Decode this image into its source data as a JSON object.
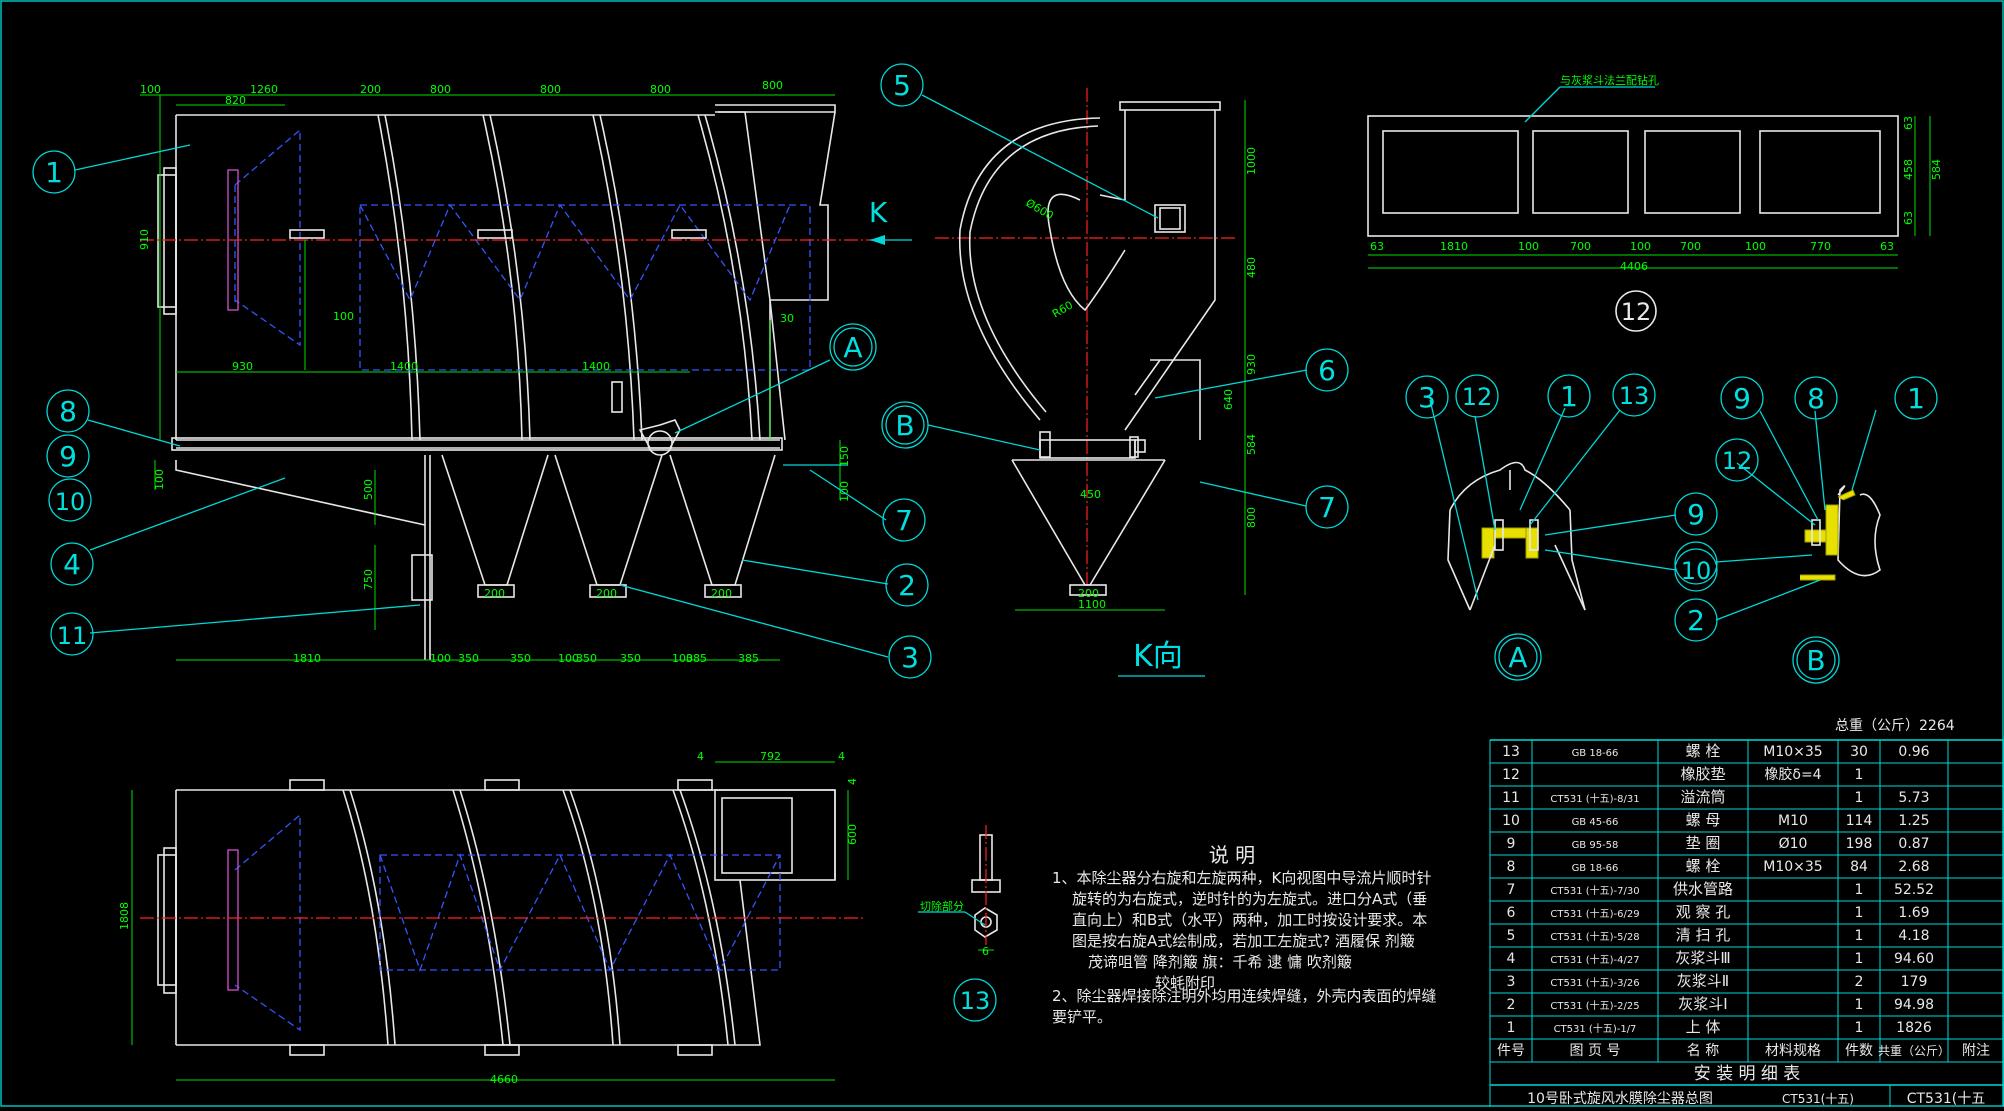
{
  "front_view": {
    "top_dims": [
      "100",
      "1260",
      "820",
      "200",
      "800",
      "800",
      "800",
      "800"
    ],
    "mid_dims": [
      "930",
      "1400",
      "1400",
      "100",
      "30"
    ],
    "bottom_dims": [
      "1810",
      "100",
      "350",
      "350",
      "100",
      "350",
      "350",
      "100",
      "385",
      "385"
    ],
    "vertical_dims": [
      "910",
      "100",
      "500",
      "750",
      "150",
      "100"
    ],
    "hopper_dims": [
      "200",
      "200",
      "200"
    ],
    "balloons": [
      "1",
      "8",
      "9",
      "10",
      "4",
      "11",
      "2",
      "3",
      "7",
      "A"
    ]
  },
  "k_view": {
    "balloons": [
      "5",
      "6",
      "7",
      "B"
    ],
    "dims": [
      "1000",
      "480",
      "930",
      "640",
      "584",
      "800",
      "450",
      "200",
      "1100",
      "Ø600",
      "R60"
    ],
    "direction_label": "K",
    "view_title": "K向"
  },
  "flange_view": {
    "note": "与灰浆斗法兰配钻孔",
    "dims": [
      "63",
      "1810",
      "100",
      "700",
      "100",
      "700",
      "100",
      "770",
      "63",
      "4406",
      "63",
      "458",
      "584",
      "63"
    ],
    "balloon": "12"
  },
  "detail_a": {
    "balloons": [
      "3",
      "12",
      "1",
      "13",
      "9",
      "10"
    ],
    "label": "A"
  },
  "detail_b": {
    "balloons": [
      "9",
      "8",
      "1",
      "12",
      "10",
      "2"
    ],
    "label": "B"
  },
  "plan_view": {
    "dims": [
      "792",
      "4",
      "4",
      "4",
      "600",
      "1808",
      "4660"
    ]
  },
  "bolt_detail": {
    "note": "切除部分",
    "dim": "6",
    "balloon": "13"
  },
  "notes": {
    "title": "说 明",
    "lines": [
      "1、本除尘器分右旋和左旋两种，K向视图中导流片顺时针",
      "旋转的为右旋式，逆时针的为左旋式。进口分A式（垂",
      "直向上）和B式（水平）两种，加工时按设计要求。本",
      "图是按右旋A式绘制成，若加工左旋式?  酒履保  剂簸",
      "茂谛咀管    降剂簸    旗：千希   逮    慵    吹剂簸",
      "较蚝附印",
      "2、除尘器焊接除注明外均用连续焊缝，外壳内表面的焊缝",
      "要铲平。"
    ]
  },
  "bom": {
    "total_weight": "总重（公斤）2264",
    "headers": [
      "件号",
      "图 页 号",
      "名 称",
      "材料规格",
      "件数",
      "共重（公斤）",
      "附注"
    ],
    "rows": [
      [
        "13",
        "GB 18-66",
        "螺 栓",
        "M10×35",
        "30",
        "0.96"
      ],
      [
        "12",
        "",
        "橡胶垫",
        "橡胶δ=4",
        "1",
        ""
      ],
      [
        "11",
        "CT531 (十五)-8/31",
        "溢流筒",
        "",
        "1",
        "5.73"
      ],
      [
        "10",
        "GB 45-66",
        "螺 母",
        "M10",
        "114",
        "1.25"
      ],
      [
        "9",
        "GB 95-58",
        "垫 圈",
        "Ø10",
        "198",
        "0.87"
      ],
      [
        "8",
        "GB 18-66",
        "螺 栓",
        "M10×35",
        "84",
        "2.68"
      ],
      [
        "7",
        "CT531 (十五)-7/30",
        "供水管路",
        "",
        "1",
        "52.52"
      ],
      [
        "6",
        "CT531 (十五)-6/29",
        "观 察 孔",
        "",
        "1",
        "1.69"
      ],
      [
        "5",
        "CT531 (十五)-5/28",
        "清 扫 孔",
        "",
        "1",
        "4.18"
      ],
      [
        "4",
        "CT531 (十五)-4/27",
        "灰浆斗Ⅲ",
        "",
        "1",
        "94.60"
      ],
      [
        "3",
        "CT531 (十五)-3/26",
        "灰浆斗Ⅱ",
        "",
        "2",
        "179"
      ],
      [
        "2",
        "CT531 (十五)-2/25",
        "灰浆斗Ⅰ",
        "",
        "1",
        "94.98"
      ],
      [
        "1",
        "CT531 (十五)-1/7",
        "上 体",
        "",
        "1",
        "1826"
      ]
    ],
    "footer": "安 装 明 细 表",
    "bottom_partial": "10号卧式旋风水膜除尘器总图",
    "bottom_code1": "CT531(十五)",
    "bottom_code2": "CT531(十五"
  },
  "colors": {
    "line": "#e8e8e8",
    "dimension": "#00ff00",
    "balloon": "#00d8d8",
    "hidden": "#3355ff",
    "centerline": "#ff2020"
  }
}
